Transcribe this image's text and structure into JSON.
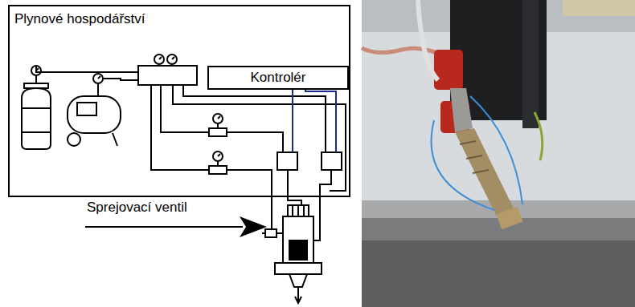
{
  "diagram": {
    "nodes": [
      {
        "text": [
          "Plynové hospodářství"
        ]
      },
      {
        "text": [
          "Kontrolér"
        ],
        "in": 0
      }
    ],
    "labels": [
      "Sprejovací ventil"
    ]
  }
}
